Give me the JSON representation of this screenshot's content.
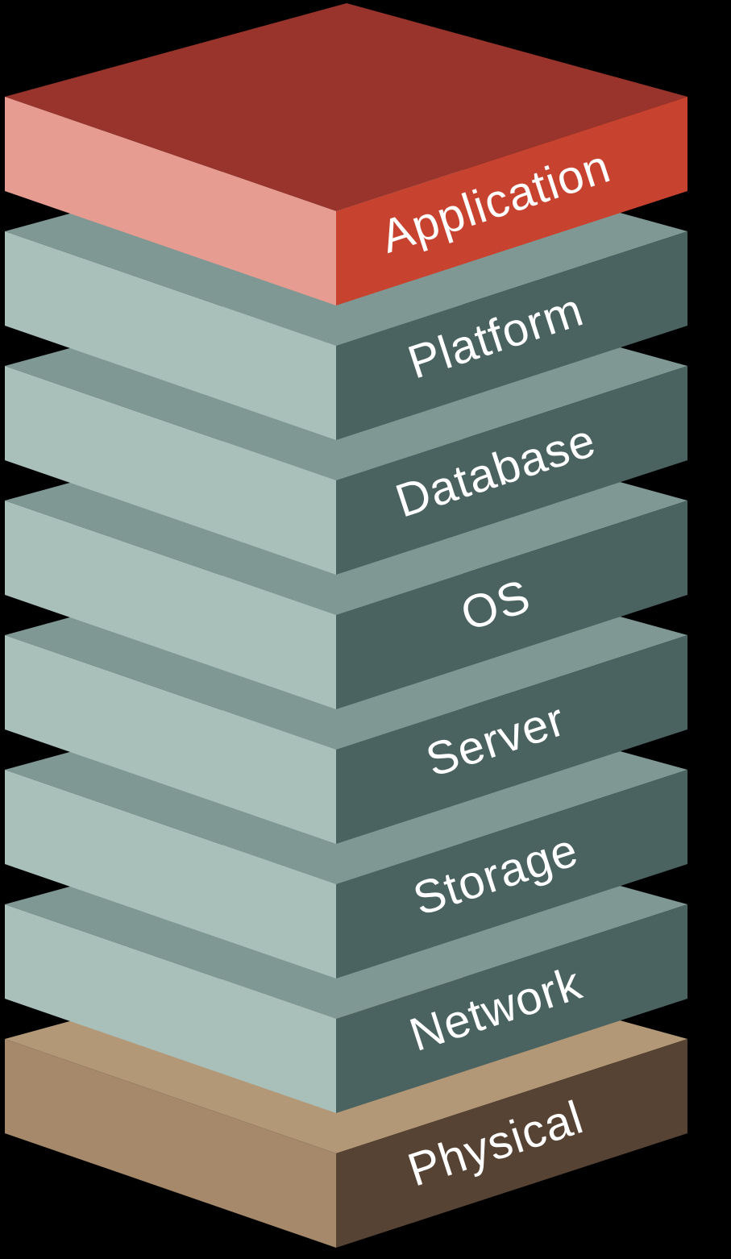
{
  "diagram": {
    "background_color": "#000000",
    "label_text_color": "#FFFFFF",
    "stack": {
      "layers": [
        {
          "label": "Application",
          "colors": {
            "top": "#98342B",
            "left": "#E79C92",
            "right": "#C7432F"
          }
        },
        {
          "label": "Platform",
          "colors": {
            "top": "#7F9894",
            "left": "#A8BFBA",
            "right": "#4B6360"
          }
        },
        {
          "label": "Database",
          "colors": {
            "top": "#7F9894",
            "left": "#A8BFBA",
            "right": "#4B6360"
          }
        },
        {
          "label": "OS",
          "colors": {
            "top": "#7F9894",
            "left": "#A8BFBA",
            "right": "#4B6360"
          }
        },
        {
          "label": "Server",
          "colors": {
            "top": "#7F9894",
            "left": "#A8BFBA",
            "right": "#4B6360"
          }
        },
        {
          "label": "Storage",
          "colors": {
            "top": "#7F9894",
            "left": "#A8BFBA",
            "right": "#4B6360"
          }
        },
        {
          "label": "Network",
          "colors": {
            "top": "#7F9894",
            "left": "#A8BFBA",
            "right": "#4B6360"
          }
        },
        {
          "label": "Physical",
          "colors": {
            "top": "#B39877",
            "left": "#A5896A",
            "right": "#564334"
          }
        }
      ]
    }
  }
}
